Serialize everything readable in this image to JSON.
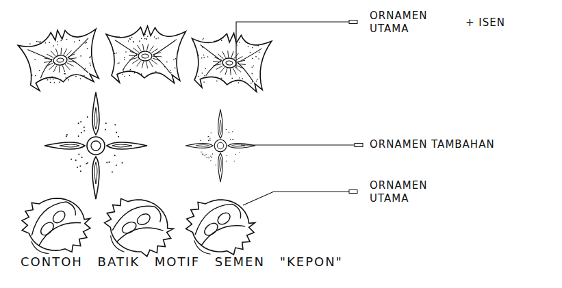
{
  "diagram": {
    "caption": "CONTOH BATIK MOTIF SEMEN \"KEPON\"",
    "labels": [
      "ORNAMEN UTAMA",
      "+ ISEN",
      "ORNAMEN TAMBAHAN",
      "ORNAMEN UTAMA"
    ]
  }
}
